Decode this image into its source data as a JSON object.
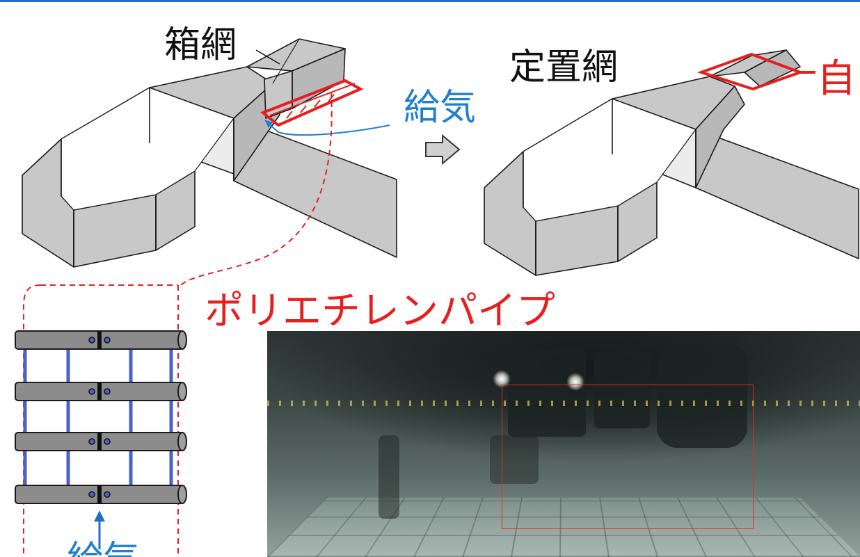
{
  "labels": {
    "box_net": "箱網",
    "fixed_net": "定置網",
    "air_supply": "給気",
    "auto_cut": "自",
    "pe_pipe": "ポリエチレンパイプ",
    "bottom_cut": "給気"
  },
  "photo": {
    "description_visible": false
  },
  "colors": {
    "title_rule": "#1f6fc4",
    "accent_red": "#e61e1e",
    "accent_blue": "#1f7fd1",
    "net_gray": "#c8c8c8",
    "net_light": "#ececec",
    "pipe_gray": "#8c8c8c",
    "connector_blue": "#4a62c8"
  }
}
